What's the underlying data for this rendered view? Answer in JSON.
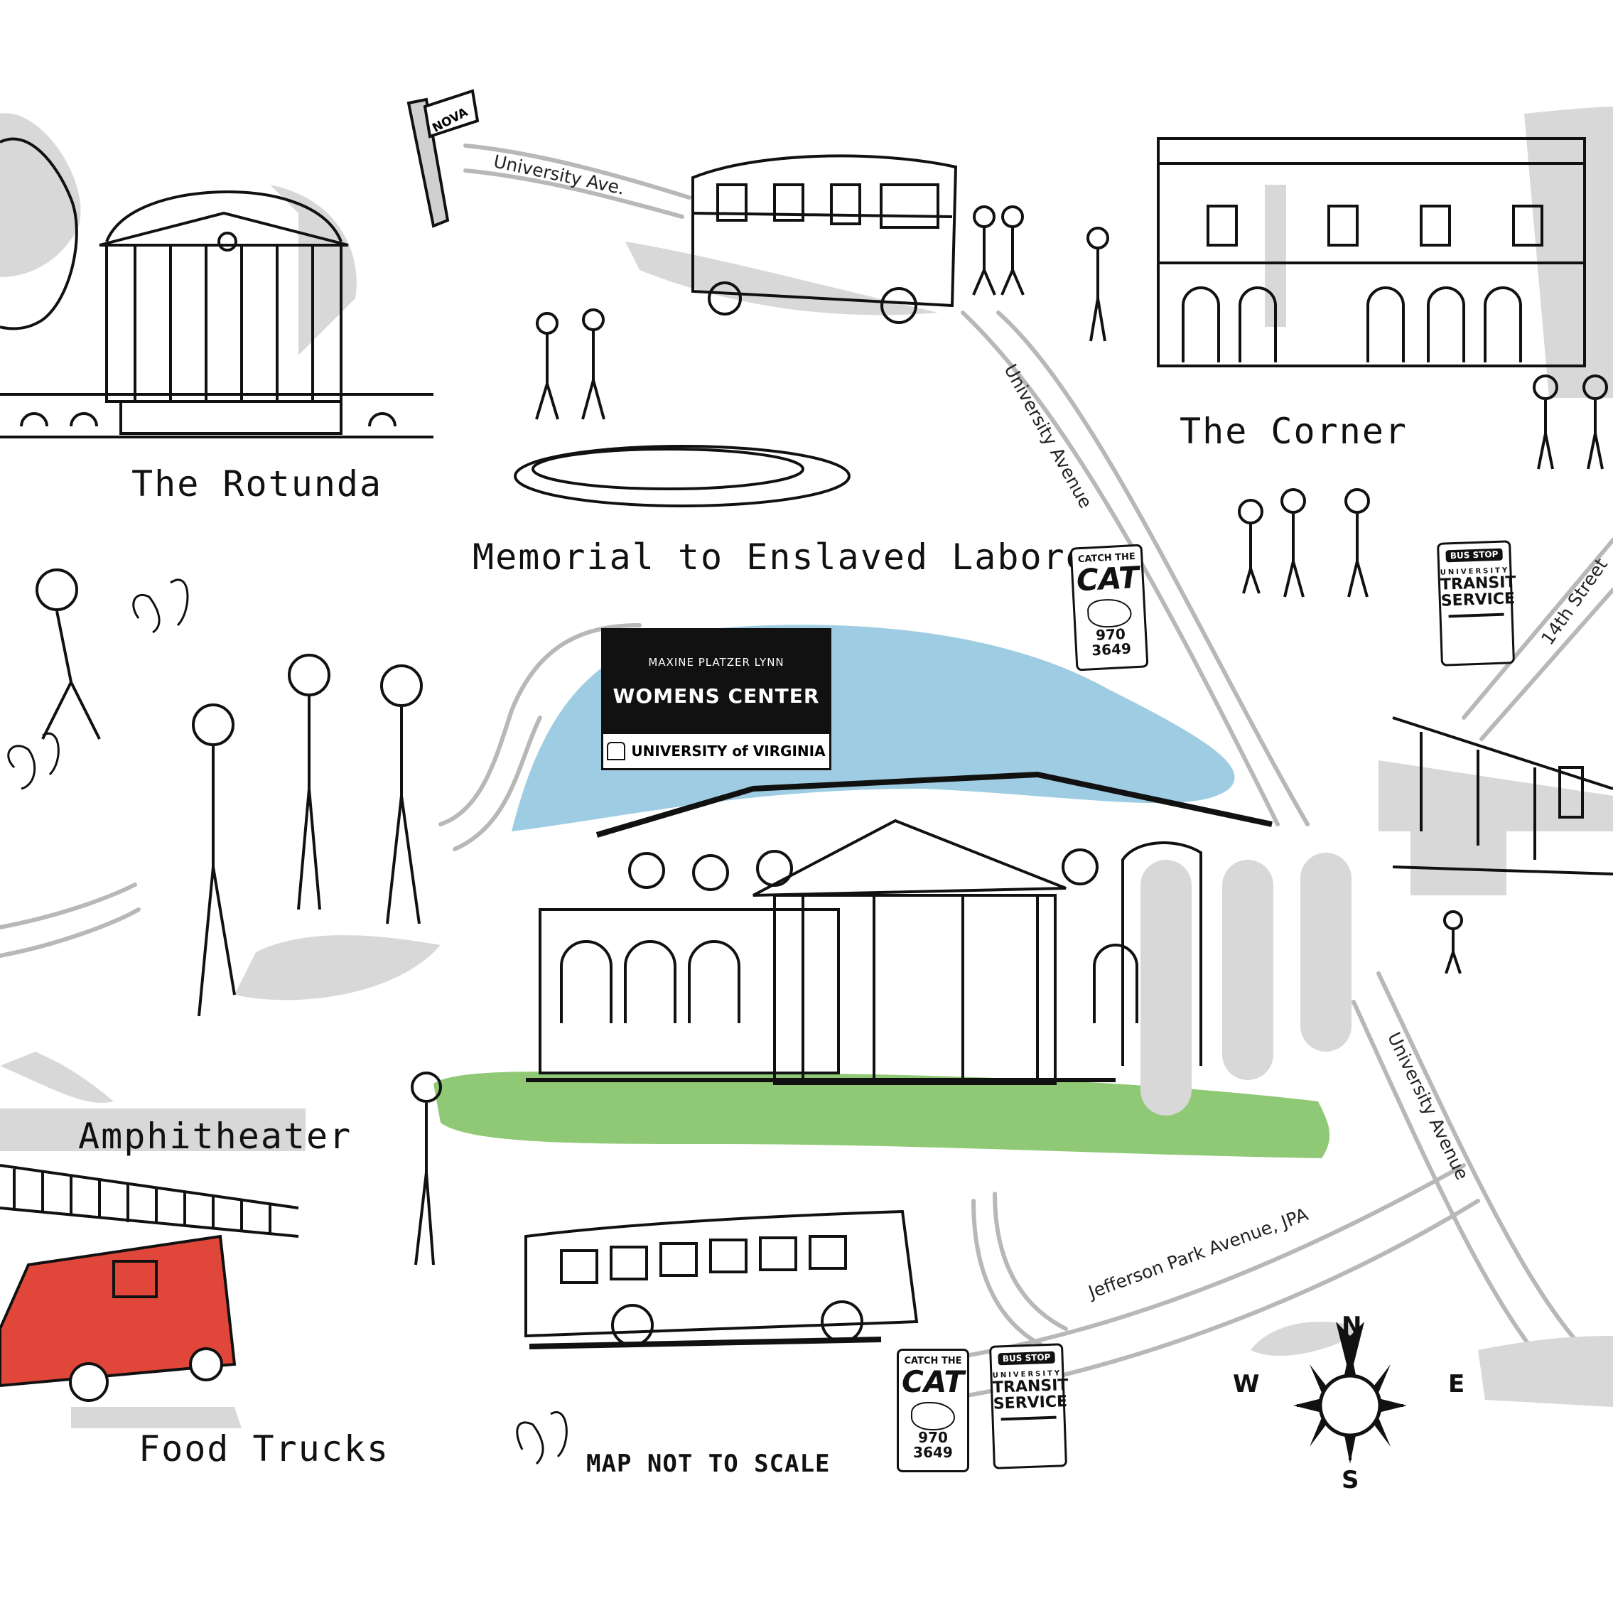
{
  "places": {
    "rotunda": "The Rotunda",
    "memorial": "Memorial to Enslaved Laborers",
    "corner": "The Corner",
    "amphitheater": "Amphitheater",
    "food_trucks": "Food Trucks"
  },
  "streets": {
    "university_ave_top": "University Ave.",
    "university_avenue_mid": "University Avenue",
    "university_avenue_lower": "University Avenue",
    "fourteenth": "14th Street",
    "jpa": "Jefferson Park Avenue, JPA"
  },
  "nova_sign": "NOVA",
  "womens_center_sign": {
    "subtitle": "MAXINE PLATZER LYNN",
    "title": "WOMENS CENTER",
    "university": "UNIVERSITY of VIRGINIA"
  },
  "cat_sign": {
    "line1": "CATCH THE",
    "line2": "CAT",
    "phone": "970 3649"
  },
  "bus_stop_sign": {
    "badge": "BUS STOP",
    "line1": "UNIVERSITY",
    "line2": "TRANSIT",
    "line3": "SERVICE"
  },
  "compass": {
    "n": "N",
    "s": "S",
    "e": "E",
    "w": "W"
  },
  "scale_note": "MAP NOT TO SCALE",
  "colors": {
    "lawn": "#8fc976",
    "water": "#9ecde3",
    "food_truck": "#e0473a",
    "shadow": "#d8d8d8",
    "ink": "#111111"
  }
}
